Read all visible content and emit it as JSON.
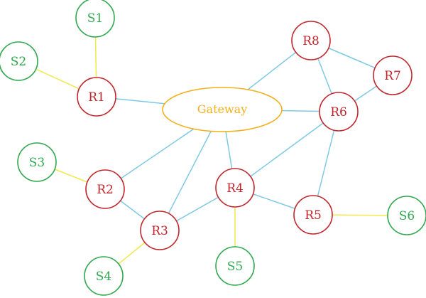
{
  "colors": {
    "router": "#c0272d",
    "sensor": "#2fa84f",
    "gateway": "#f2b01e",
    "link": "#7ec9e3",
    "sensor_link": "#f1e84a",
    "background": "#ffffff"
  },
  "gateway": {
    "id": "GW",
    "label": "Gateway"
  },
  "routers": [
    {
      "id": "R1",
      "label": "R1"
    },
    {
      "id": "R2",
      "label": "R2"
    },
    {
      "id": "R3",
      "label": "R3"
    },
    {
      "id": "R4",
      "label": "R4"
    },
    {
      "id": "R5",
      "label": "R5"
    },
    {
      "id": "R6",
      "label": "R6"
    },
    {
      "id": "R7",
      "label": "R7"
    },
    {
      "id": "R8",
      "label": "R8"
    }
  ],
  "sensors": [
    {
      "id": "S1",
      "label": "S1"
    },
    {
      "id": "S2",
      "label": "S2"
    },
    {
      "id": "S3",
      "label": "S3"
    },
    {
      "id": "S4",
      "label": "S4"
    },
    {
      "id": "S5",
      "label": "S5"
    },
    {
      "id": "S6",
      "label": "S6"
    }
  ],
  "router_links": [
    [
      "R1",
      "GW"
    ],
    [
      "R2",
      "GW"
    ],
    [
      "R3",
      "GW"
    ],
    [
      "R4",
      "GW"
    ],
    [
      "R8",
      "GW"
    ],
    [
      "R6",
      "GW"
    ],
    [
      "R2",
      "R3"
    ],
    [
      "R3",
      "R4"
    ],
    [
      "R4",
      "R5"
    ],
    [
      "R4",
      "R6"
    ],
    [
      "R5",
      "R6"
    ],
    [
      "R6",
      "R7"
    ],
    [
      "R6",
      "R8"
    ],
    [
      "R7",
      "R8"
    ]
  ],
  "sensor_links": [
    [
      "S1",
      "R1"
    ],
    [
      "S2",
      "R1"
    ],
    [
      "S3",
      "R2"
    ],
    [
      "S4",
      "R3"
    ],
    [
      "S5",
      "R4"
    ],
    [
      "S6",
      "R5"
    ]
  ]
}
